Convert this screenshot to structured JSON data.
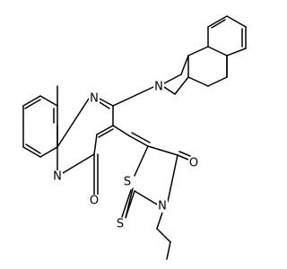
{
  "molecule": {
    "atom_labels": {
      "n_ring_junction": "N",
      "n_pyrimidine": "N",
      "n_isoquinoline": "N",
      "n_thiazolidine": "N",
      "s_ring": "S",
      "s_thioxo": "S",
      "o_pyrimidinone": "O",
      "o_thiazolidinone": "O"
    },
    "colors": {
      "bond": "#000000",
      "label": "#000000",
      "background": "#ffffff"
    }
  }
}
